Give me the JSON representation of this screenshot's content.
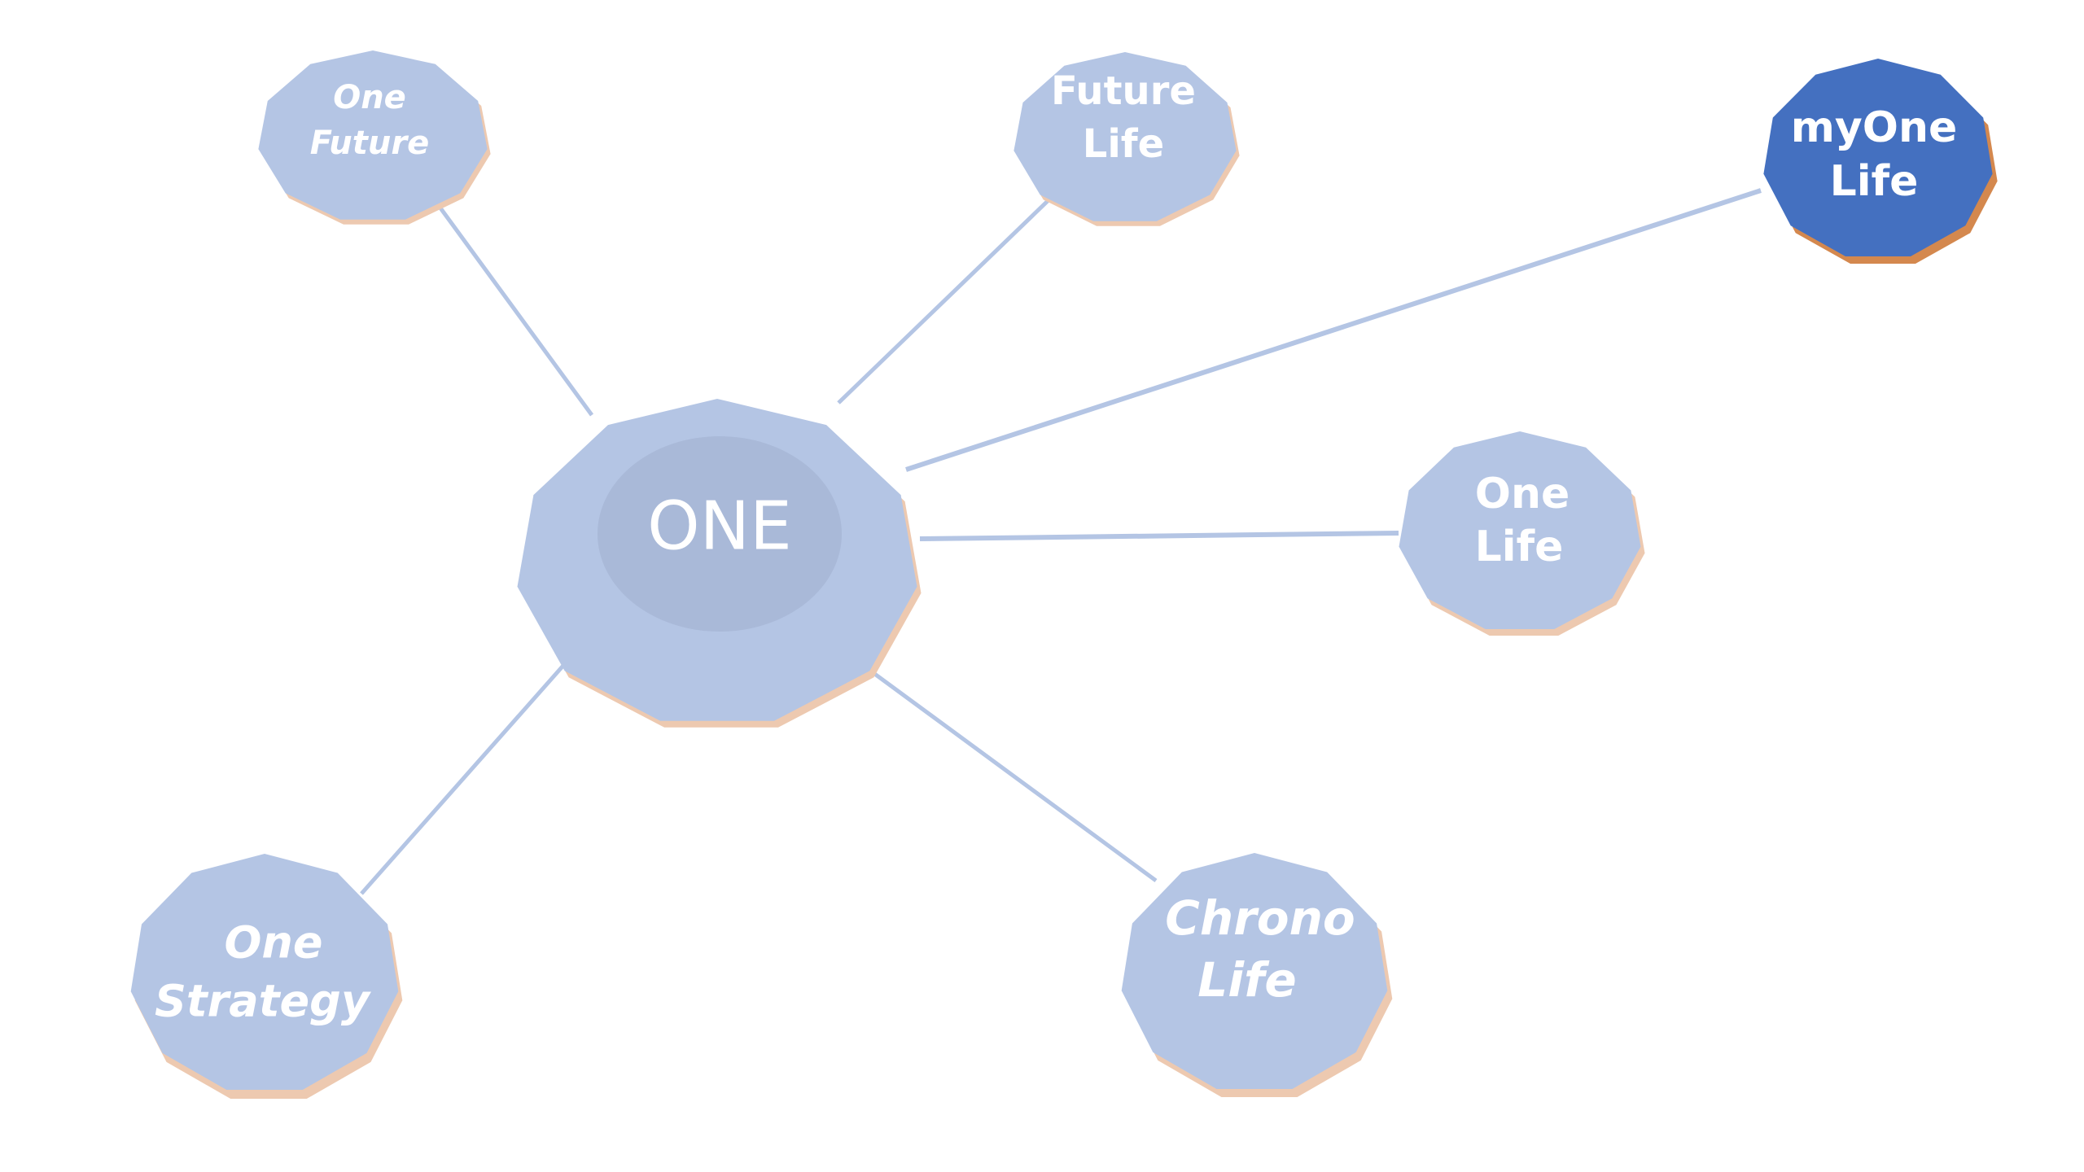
{
  "diagram": {
    "hub": {
      "label": "ONE"
    },
    "nodes": [
      {
        "id": "one-future",
        "lines": [
          "One",
          "Future"
        ],
        "italic": true,
        "highlight": false
      },
      {
        "id": "future-life",
        "lines": [
          "Future",
          "Life"
        ],
        "italic": false,
        "highlight": false
      },
      {
        "id": "myone-life",
        "lines": [
          "myOne",
          "Life"
        ],
        "italic": false,
        "highlight": true
      },
      {
        "id": "one-life",
        "lines": [
          "One",
          "Life"
        ],
        "italic": false,
        "highlight": false
      },
      {
        "id": "chrono-life",
        "lines": [
          "Chrono",
          "Life"
        ],
        "italic": true,
        "highlight": false
      },
      {
        "id": "one-strategy",
        "lines": [
          "One",
          "Strategy"
        ],
        "italic": true,
        "highlight": false
      }
    ]
  },
  "colors": {
    "node_fill": "#b4c5e4",
    "node_rim": "#edc9b0",
    "hub_inner": "#a9b9d8",
    "highlight_fill": "#4470c0",
    "highlight_rim": "#d4884e",
    "connector": "#b4c5e4",
    "text": "#ffffff"
  }
}
